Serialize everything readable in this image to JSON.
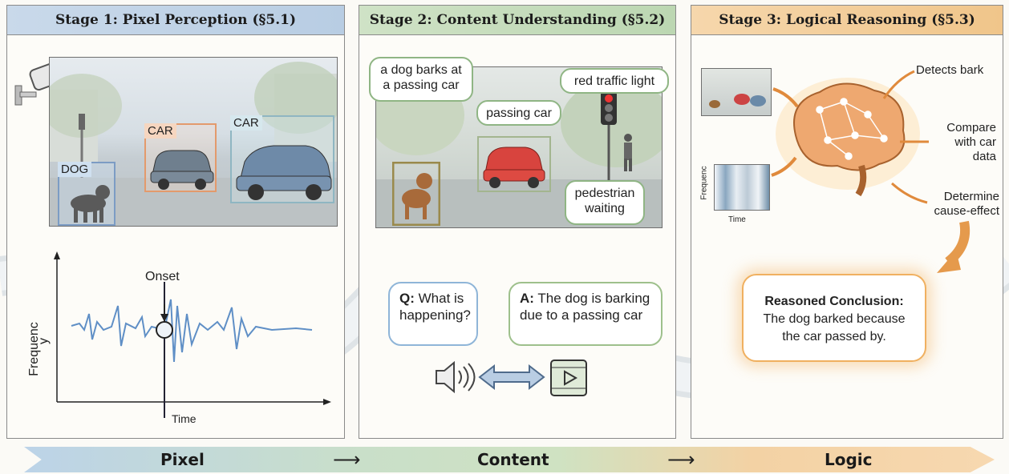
{
  "stages": [
    {
      "title": "Stage 1: Pixel Perception (§5.1)"
    },
    {
      "title": "Stage 2: Content Understanding (§5.2)"
    },
    {
      "title": "Stage 3: Logical Reasoning (§5.3)"
    }
  ],
  "stage1": {
    "boxes": [
      {
        "label": "DOG"
      },
      {
        "label": "CAR"
      },
      {
        "label": "CAR"
      }
    ],
    "waveform": {
      "ylabel": "Frequenc",
      "ylabel2": "y",
      "xlabel": "Time",
      "onset_label": "Onset"
    }
  },
  "stage2": {
    "bubbles": [
      {
        "text": "a dog barks at a passing car"
      },
      {
        "text": "red traffic light"
      },
      {
        "text": "passing car"
      },
      {
        "text": "pedestrian waiting"
      }
    ],
    "question": {
      "prefix": "Q:",
      "text": "What is happening?"
    },
    "answer": {
      "prefix": "A:",
      "text": "The dog is barking due to a passing car"
    }
  },
  "stage3": {
    "steps": [
      {
        "text": "Detects bark"
      },
      {
        "text": "Compare with car data"
      },
      {
        "text": "Determine cause-effect"
      }
    ],
    "spectrogram": {
      "ylabel": "Frequenc",
      "xlabel": "Time"
    },
    "conclusion": {
      "title": "Reasoned Conclusion:",
      "text": "The dog barked because the car passed by."
    }
  },
  "flow": {
    "labels": [
      "Pixel",
      "Content",
      "Logic"
    ],
    "arrow": "⟶"
  },
  "colors": {
    "stage1": "#b8cde3",
    "stage2": "#bcd7b2",
    "stage3": "#f0c58a",
    "bubble_border": "#8fb584",
    "conclusion_border": "#f0b060"
  }
}
